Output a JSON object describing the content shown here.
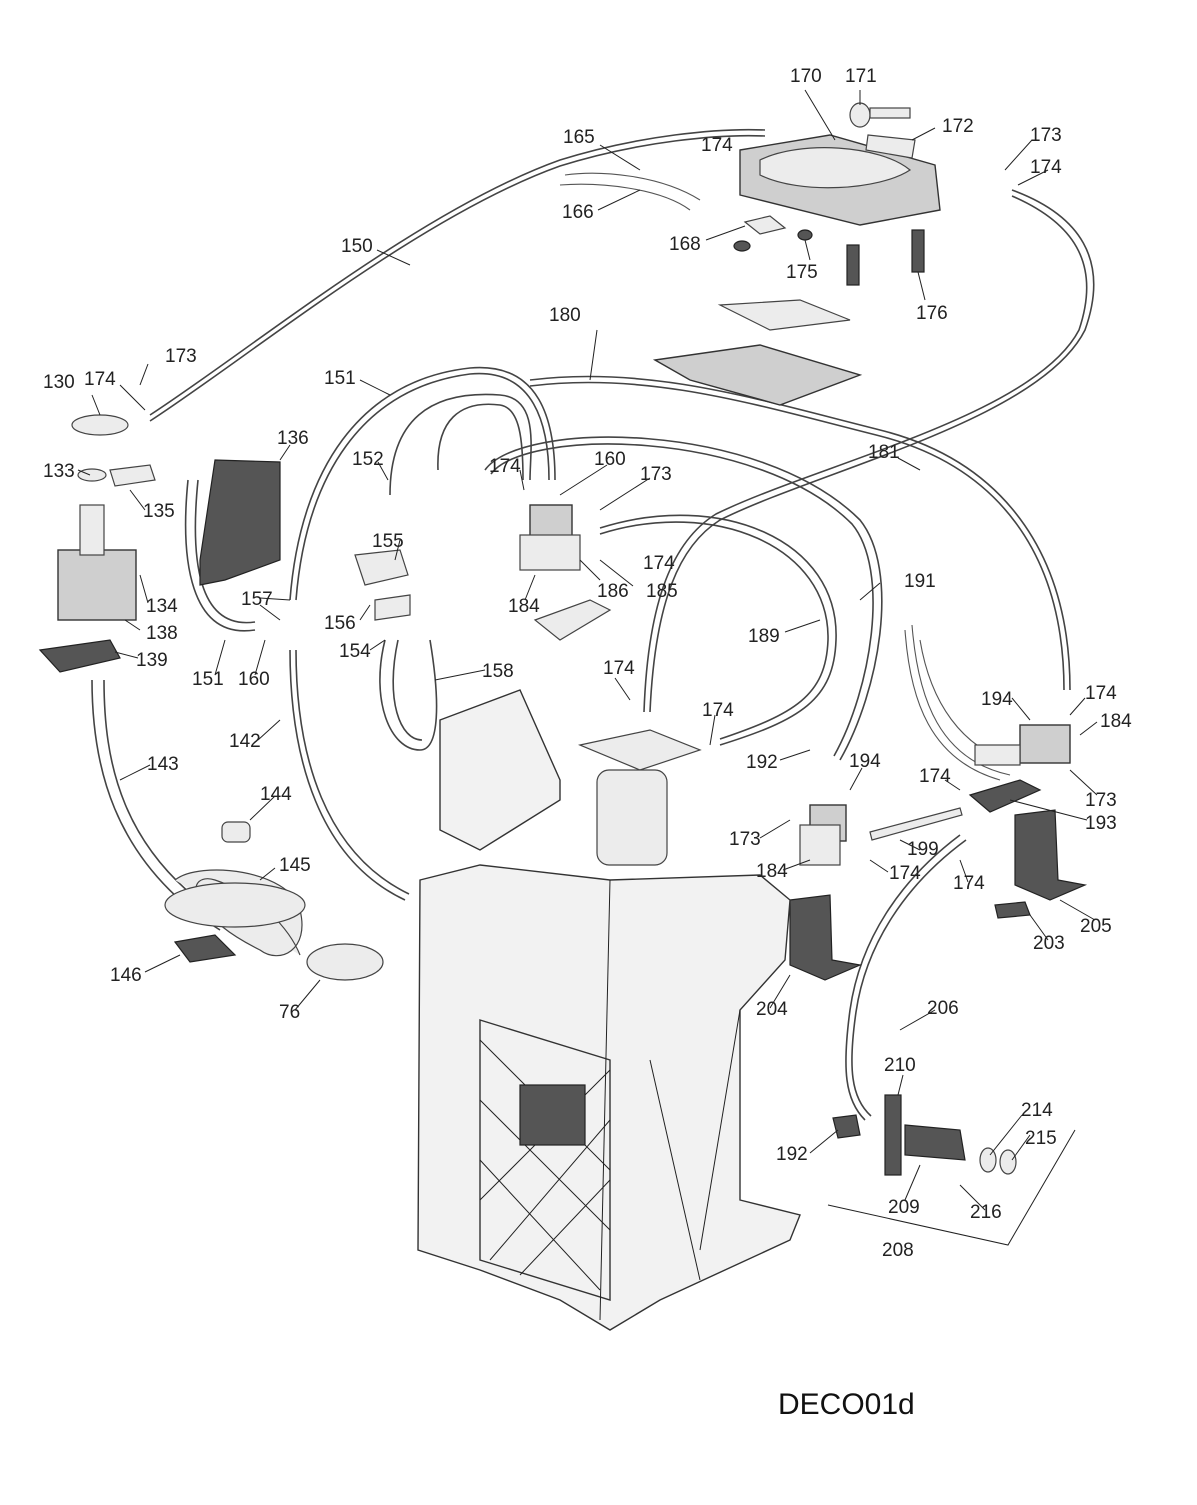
{
  "diagram_code": "DECO01d",
  "labels": [
    {
      "id": "l170",
      "text": "170"
    },
    {
      "id": "l171",
      "text": "171"
    },
    {
      "id": "l172",
      "text": "172"
    },
    {
      "id": "l173a",
      "text": "173"
    },
    {
      "id": "l174a",
      "text": "174"
    },
    {
      "id": "l174b",
      "text": "174"
    },
    {
      "id": "l165",
      "text": "165"
    },
    {
      "id": "l166",
      "text": "166"
    },
    {
      "id": "l168",
      "text": "168"
    },
    {
      "id": "l175",
      "text": "175"
    },
    {
      "id": "l176",
      "text": "176"
    },
    {
      "id": "l150",
      "text": "150"
    },
    {
      "id": "l180",
      "text": "180"
    },
    {
      "id": "l173b",
      "text": "173"
    },
    {
      "id": "l130",
      "text": "130"
    },
    {
      "id": "l174c",
      "text": "174"
    },
    {
      "id": "l151a",
      "text": "151"
    },
    {
      "id": "l136",
      "text": "136"
    },
    {
      "id": "l181",
      "text": "181"
    },
    {
      "id": "l133",
      "text": "133"
    },
    {
      "id": "l152",
      "text": "152"
    },
    {
      "id": "l174d",
      "text": "174"
    },
    {
      "id": "l160a",
      "text": "160"
    },
    {
      "id": "l173c",
      "text": "173"
    },
    {
      "id": "l135",
      "text": "135"
    },
    {
      "id": "l155",
      "text": "155"
    },
    {
      "id": "l174e",
      "text": "174"
    },
    {
      "id": "l157",
      "text": "157"
    },
    {
      "id": "l186",
      "text": "186"
    },
    {
      "id": "l185",
      "text": "185"
    },
    {
      "id": "l191",
      "text": "191"
    },
    {
      "id": "l134",
      "text": "134"
    },
    {
      "id": "l184a",
      "text": "184"
    },
    {
      "id": "l156",
      "text": "156"
    },
    {
      "id": "l138",
      "text": "138"
    },
    {
      "id": "l189",
      "text": "189"
    },
    {
      "id": "l154",
      "text": "154"
    },
    {
      "id": "l139",
      "text": "139"
    },
    {
      "id": "l174f",
      "text": "174"
    },
    {
      "id": "l158",
      "text": "158"
    },
    {
      "id": "l151b",
      "text": "151"
    },
    {
      "id": "l160b",
      "text": "160"
    },
    {
      "id": "l194a",
      "text": "194"
    },
    {
      "id": "l174g",
      "text": "174"
    },
    {
      "id": "l184b",
      "text": "184"
    },
    {
      "id": "l174h",
      "text": "174"
    },
    {
      "id": "l142",
      "text": "142"
    },
    {
      "id": "l192a",
      "text": "192"
    },
    {
      "id": "l194b",
      "text": "194"
    },
    {
      "id": "l143",
      "text": "143"
    },
    {
      "id": "l174i",
      "text": "174"
    },
    {
      "id": "l173d",
      "text": "173"
    },
    {
      "id": "l193",
      "text": "193"
    },
    {
      "id": "l173e",
      "text": "173"
    },
    {
      "id": "l144",
      "text": "144"
    },
    {
      "id": "l199",
      "text": "199"
    },
    {
      "id": "l184c",
      "text": "184"
    },
    {
      "id": "l174j",
      "text": "174"
    },
    {
      "id": "l174k",
      "text": "174"
    },
    {
      "id": "l145",
      "text": "145"
    },
    {
      "id": "l205",
      "text": "205"
    },
    {
      "id": "l203",
      "text": "203"
    },
    {
      "id": "l146",
      "text": "146"
    },
    {
      "id": "l204",
      "text": "204"
    },
    {
      "id": "l76",
      "text": "76"
    },
    {
      "id": "l206",
      "text": "206"
    },
    {
      "id": "l210",
      "text": "210"
    },
    {
      "id": "l214",
      "text": "214"
    },
    {
      "id": "l215",
      "text": "215"
    },
    {
      "id": "l192b",
      "text": "192"
    },
    {
      "id": "l209",
      "text": "209"
    },
    {
      "id": "l216",
      "text": "216"
    },
    {
      "id": "l208",
      "text": "208"
    }
  ]
}
